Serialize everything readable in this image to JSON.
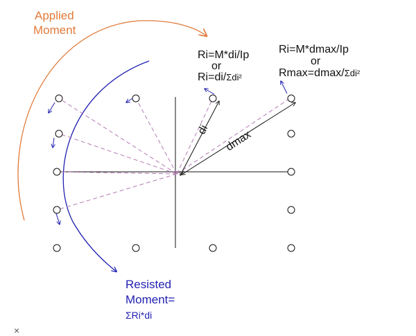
{
  "labels": {
    "applied_line1": "Applied",
    "applied_line2": "Moment",
    "ri_formula1": "Ri=M*di/Ip",
    "ri_or": "or",
    "ri_formula2_prefix": "Ri=di/",
    "ri_formula2_sum": "Σdi²",
    "rmax_formula1": "Ri=M*dmax/Ip",
    "rmax_or": "or",
    "rmax_formula2_prefix": "Rmax=dmax/",
    "rmax_formula2_sum": "Σdi²",
    "di": "di",
    "dmax": "dmax",
    "resisted_line1": "Resisted",
    "resisted_line2": "Moment=",
    "resisted_line3": "ΣRi*di",
    "corner_mark": "×"
  },
  "colors": {
    "applied_arc": "#e07a3a",
    "resisted_arc": "#1f1fb0",
    "dashed_lines": "#b57ab5",
    "axes": "#111111"
  }
}
